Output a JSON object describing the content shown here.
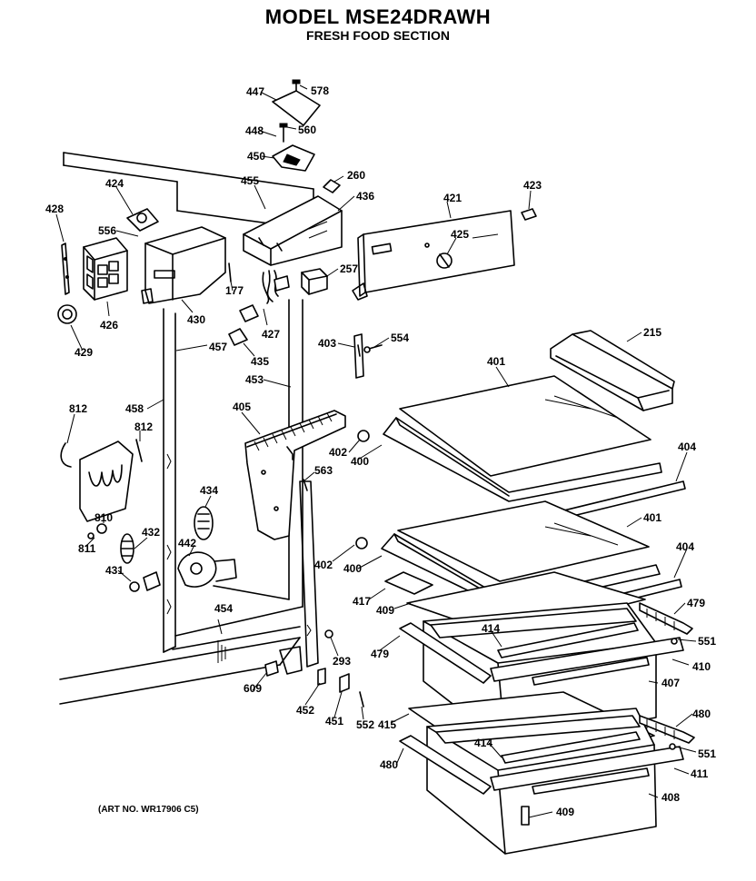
{
  "title": "MODEL MSE24DRAWH",
  "subtitle": "FRESH FOOD SECTION",
  "art_number": "(ART NO. WR17906 C5)",
  "parts": [
    {
      "id": "p447",
      "label": "447"
    },
    {
      "id": "p578",
      "label": "578"
    },
    {
      "id": "p448",
      "label": "448"
    },
    {
      "id": "p560",
      "label": "560"
    },
    {
      "id": "p450",
      "label": "450"
    },
    {
      "id": "p260",
      "label": "260"
    },
    {
      "id": "p455",
      "label": "455"
    },
    {
      "id": "p436",
      "label": "436"
    },
    {
      "id": "p421",
      "label": "421"
    },
    {
      "id": "p423",
      "label": "423"
    },
    {
      "id": "p424",
      "label": "424"
    },
    {
      "id": "p428",
      "label": "428"
    },
    {
      "id": "p556",
      "label": "556"
    },
    {
      "id": "p425",
      "label": "425"
    },
    {
      "id": "p257",
      "label": "257"
    },
    {
      "id": "p177",
      "label": "177"
    },
    {
      "id": "p426",
      "label": "426"
    },
    {
      "id": "p430",
      "label": "430"
    },
    {
      "id": "p427",
      "label": "427"
    },
    {
      "id": "p429",
      "label": "429"
    },
    {
      "id": "p435",
      "label": "435"
    },
    {
      "id": "p457",
      "label": "457"
    },
    {
      "id": "p403",
      "label": "403"
    },
    {
      "id": "p554",
      "label": "554"
    },
    {
      "id": "p215",
      "label": "215"
    },
    {
      "id": "p453",
      "label": "453"
    },
    {
      "id": "p401a",
      "label": "401"
    },
    {
      "id": "p458",
      "label": "458"
    },
    {
      "id": "p405",
      "label": "405"
    },
    {
      "id": "p812a",
      "label": "812"
    },
    {
      "id": "p812b",
      "label": "812"
    },
    {
      "id": "p402a",
      "label": "402"
    },
    {
      "id": "p404a",
      "label": "404"
    },
    {
      "id": "p400a",
      "label": "400"
    },
    {
      "id": "p563",
      "label": "563"
    },
    {
      "id": "p434",
      "label": "434"
    },
    {
      "id": "p810",
      "label": "810"
    },
    {
      "id": "p432",
      "label": "432"
    },
    {
      "id": "p811",
      "label": "811"
    },
    {
      "id": "p401b",
      "label": "401"
    },
    {
      "id": "p442",
      "label": "442"
    },
    {
      "id": "p402b",
      "label": "402"
    },
    {
      "id": "p404b",
      "label": "404"
    },
    {
      "id": "p400b",
      "label": "400"
    },
    {
      "id": "p431",
      "label": "431"
    },
    {
      "id": "p417",
      "label": "417"
    },
    {
      "id": "p409a",
      "label": "409"
    },
    {
      "id": "p479a",
      "label": "479"
    },
    {
      "id": "p454",
      "label": "454"
    },
    {
      "id": "p414a",
      "label": "414"
    },
    {
      "id": "p551a",
      "label": "551"
    },
    {
      "id": "p479b",
      "label": "479"
    },
    {
      "id": "p293",
      "label": "293"
    },
    {
      "id": "p410",
      "label": "410"
    },
    {
      "id": "p407",
      "label": "407"
    },
    {
      "id": "p609",
      "label": "609"
    },
    {
      "id": "p452",
      "label": "452"
    },
    {
      "id": "p480a",
      "label": "480"
    },
    {
      "id": "p451",
      "label": "451"
    },
    {
      "id": "p552",
      "label": "552"
    },
    {
      "id": "p415",
      "label": "415"
    },
    {
      "id": "p414b",
      "label": "414"
    },
    {
      "id": "p551b",
      "label": "551"
    },
    {
      "id": "p480b",
      "label": "480"
    },
    {
      "id": "p411",
      "label": "411"
    },
    {
      "id": "p408",
      "label": "408"
    },
    {
      "id": "p409b",
      "label": "409"
    }
  ]
}
